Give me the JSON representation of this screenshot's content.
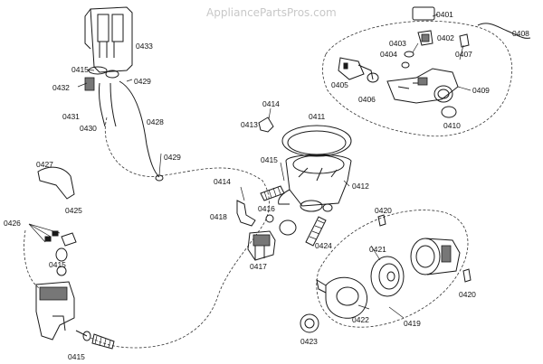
{
  "watermark": "AppliancePartsPros.com",
  "labels": {
    "p0401": "0401",
    "p0402": "0402",
    "p0403": "0403",
    "p0404": "0404",
    "p0405": "0405",
    "p0406": "0406",
    "p0407": "0407",
    "p0408": "0408",
    "p0409": "0409",
    "p0410": "0410",
    "p0411": "0411",
    "p0412": "0412",
    "p0413": "0413",
    "p0414a": "0414",
    "p0414b": "0414",
    "p0415a": "0415",
    "p0415b": "0415",
    "p0415c": "0415",
    "p0415d": "0415",
    "p0416": "0416",
    "p0417": "0417",
    "p0418": "0418",
    "p0419": "0419",
    "p0420a": "0420",
    "p0420b": "0420",
    "p0421": "0421",
    "p0422": "0422",
    "p0423": "0423",
    "p0424": "0424",
    "p0425": "0425",
    "p0426": "0426",
    "p0427": "0427",
    "p0428": "0428",
    "p0429a": "0429",
    "p0429b": "0429",
    "p0430": "0430",
    "p0431": "0431",
    "p0432": "0432",
    "p0433": "0433"
  }
}
